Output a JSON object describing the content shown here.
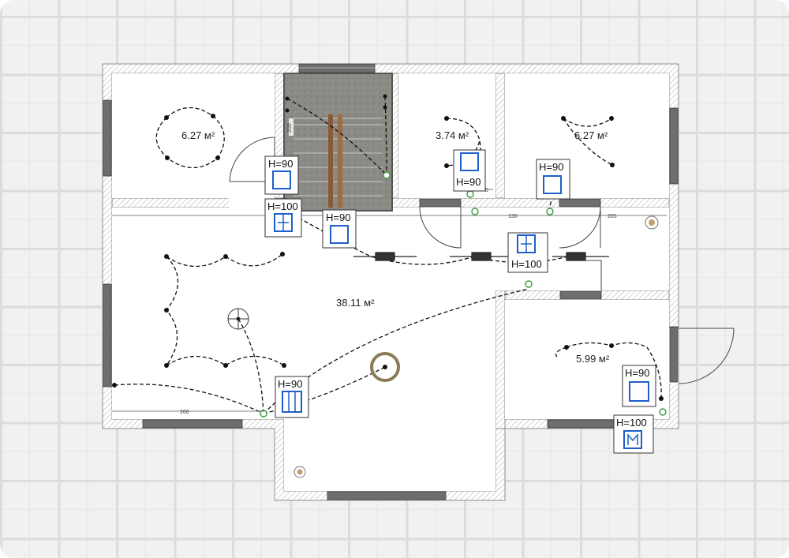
{
  "plan": {
    "rooms": [
      {
        "id": "room-top-left",
        "area": "6.27 м²"
      },
      {
        "id": "room-small",
        "area": "3.74 м²"
      },
      {
        "id": "room-top-right",
        "area": "6.27 м²"
      },
      {
        "id": "room-living",
        "area": "38.11 м²"
      },
      {
        "id": "room-bottom-right",
        "area": "5.99 м²"
      }
    ],
    "height_markers": [
      {
        "id": "h1",
        "text": "H=90",
        "symbol": "window-square"
      },
      {
        "id": "h2",
        "text": "H=100",
        "symbol": "window-cross"
      },
      {
        "id": "h3",
        "text": "H=90",
        "symbol": "window-square"
      },
      {
        "id": "h4",
        "text": "H=90",
        "symbol": "window-square"
      },
      {
        "id": "h5",
        "text": "H=90",
        "symbol": "window-square"
      },
      {
        "id": "h6",
        "text": "H=100",
        "symbol": "window-cross"
      },
      {
        "id": "h7",
        "text": "H=90",
        "symbol": "radiator"
      },
      {
        "id": "h8",
        "text": "H=90",
        "symbol": "window-square"
      },
      {
        "id": "h9",
        "text": "H=100",
        "symbol": "meter-box"
      }
    ],
    "dimensions": [
      {
        "id": "d1",
        "text": "200"
      },
      {
        "id": "d2",
        "text": "130"
      },
      {
        "id": "d3",
        "text": "205"
      },
      {
        "id": "d4",
        "text": "266"
      },
      {
        "id": "d5",
        "text": "5"
      }
    ],
    "colors": {
      "wall_fill": "#ffffff",
      "wall_hatch": "#b5b5b5",
      "stair": "#8a8a84",
      "symbol_blue": "#1f5fc9",
      "window": "#6e6e6e",
      "switch_green": "#3a9a3a"
    }
  }
}
